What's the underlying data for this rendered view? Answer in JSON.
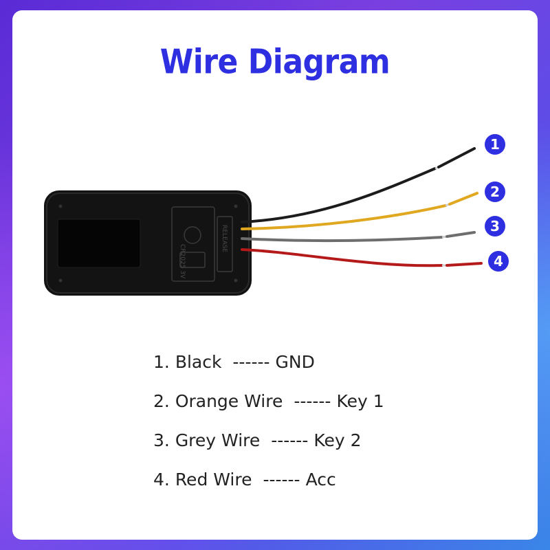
{
  "title": "Wire Diagram",
  "device": {
    "label_release": "RELEASE",
    "label_battery": "CR2025 3V"
  },
  "wires": [
    {
      "badge": "1",
      "color": "#1c1c1c",
      "name": "Black",
      "dashes": "------",
      "function": "GND"
    },
    {
      "badge": "2",
      "color": "#e0a820",
      "name": "Orange Wire",
      "dashes": "------",
      "function": "Key 1"
    },
    {
      "badge": "3",
      "color": "#6e6e6e",
      "name": "Grey Wire",
      "dashes": "------",
      "function": "Key 2"
    },
    {
      "badge": "4",
      "color": "#b41a1a",
      "name": "Red Wire",
      "dashes": "------",
      "function": "Acc"
    }
  ],
  "legend": [
    {
      "index": "1.",
      "name": "Black",
      "dashes": "------",
      "function": "GND"
    },
    {
      "index": "2.",
      "name": "Orange Wire",
      "dashes": "------",
      "function": "Key 1"
    },
    {
      "index": "3.",
      "name": "Grey Wire",
      "dashes": "------",
      "function": "Key 2"
    },
    {
      "index": "4.",
      "name": "Red Wire",
      "dashes": "------",
      "function": "Acc"
    }
  ],
  "colors": {
    "title": "#2e2fe0",
    "badge": "#2e2fe0",
    "device_body": "#161616"
  }
}
